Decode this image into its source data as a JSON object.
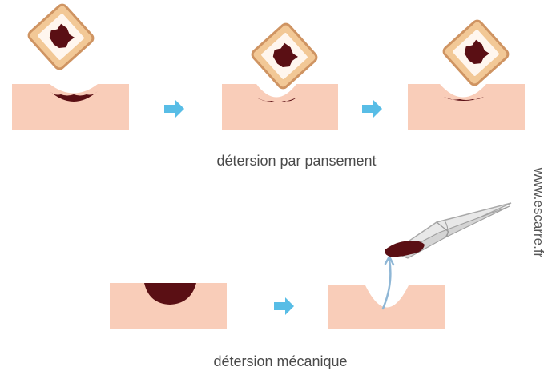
{
  "captions": {
    "dressing": "détersion par pansement",
    "mechanical": "détersion mécanique"
  },
  "watermark": "www.escarre.fr",
  "colors": {
    "skin": "#f9cdb9",
    "wound": "#5a0f14",
    "arrow": "#58bde6",
    "dressing_pad": "#f2c896",
    "dressing_border": "#cf9462",
    "tweezers": "#c9c9c9",
    "motion_arc": "#8fb7d6"
  },
  "icons": {
    "dressing": "square-dressing-pad",
    "arrow": "right-arrow",
    "tool": "tweezers"
  }
}
